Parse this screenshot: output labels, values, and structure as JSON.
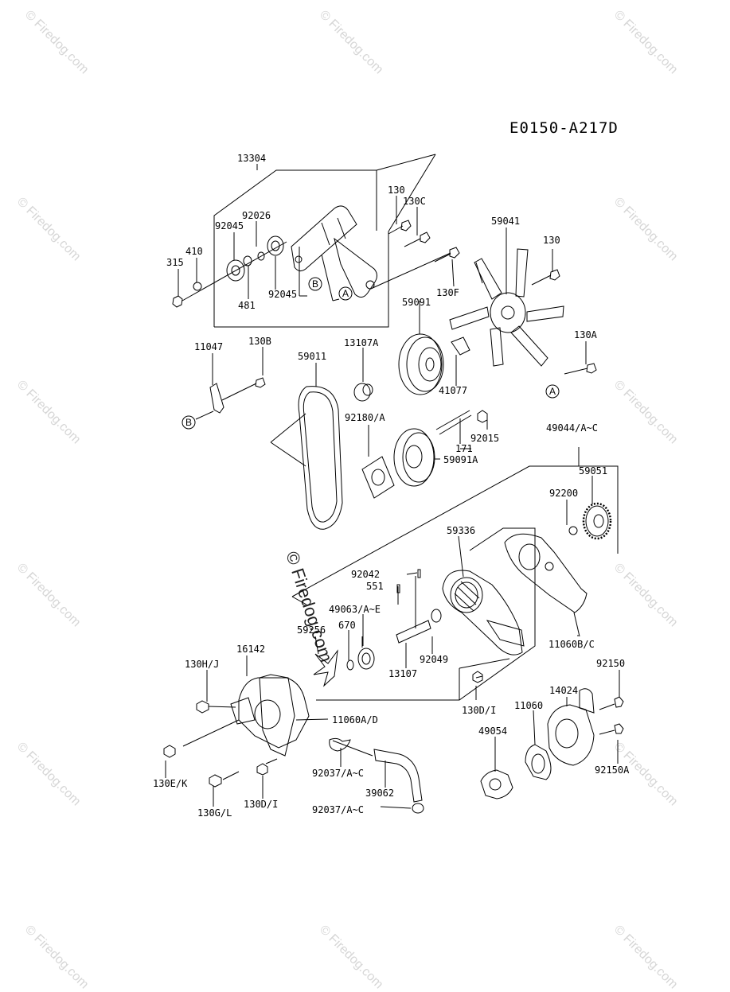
{
  "diagram_id": "E0150-A217D",
  "watermark": "© Firedog.com",
  "watermark_large": "© Firedog.com",
  "reference_markers": {
    "a": "A",
    "b": "B"
  },
  "parts": {
    "p13304": "13304",
    "p92026": "92026",
    "p92045a": "92045",
    "p410": "410",
    "p315": "315",
    "p481": "481",
    "p92045b": "92045",
    "p130a": "130",
    "p130c": "130C",
    "p130f": "130F",
    "p59041": "59041",
    "p130b2": "130",
    "p59091": "59091",
    "p13107a": "13107A",
    "p41077": "41077",
    "p11047": "11047",
    "p130b": "130B",
    "p59011": "59011",
    "p130A": "130A",
    "p92180a": "92180/A",
    "p92015": "92015",
    "p171": "171",
    "p59091a": "59091A",
    "p49044": "49044/A~C",
    "p59051": "59051",
    "p92200": "92200",
    "p59336": "59336",
    "p92042": "92042",
    "p551": "551",
    "p49063": "49063/A~E",
    "p59256": "59256",
    "p670": "670",
    "p92049": "92049",
    "p13107": "13107",
    "p11060bc": "11060B/C",
    "p16142": "16142",
    "p130hj": "130H/J",
    "p11060ad": "11060A/D",
    "p130di": "130D/I",
    "p11060": "11060",
    "p14024": "14024",
    "p92150": "92150",
    "p49054": "49054",
    "p130ek": "130E/K",
    "p92037a": "92037/A~C",
    "p39062": "39062",
    "p130gl": "130G/L",
    "p130di2": "130D/I",
    "p92037b": "92037/A~C",
    "p92150a": "92150A"
  }
}
